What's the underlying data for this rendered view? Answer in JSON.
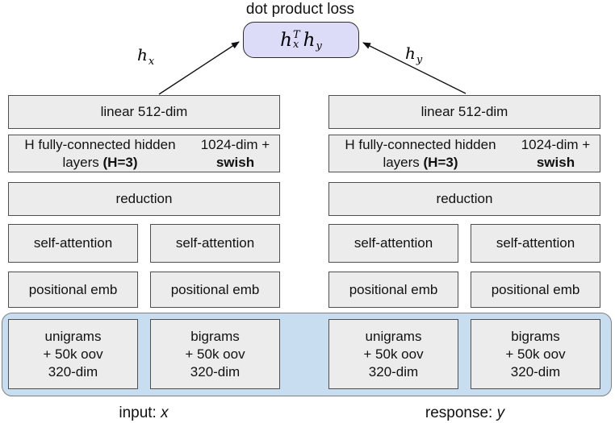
{
  "colors": {
    "box_fill": "#ececec",
    "box_border": "#4f4f4f",
    "loss_fill": "#dcdcf8",
    "loss_border": "#2b2b2b",
    "container_fill": "#c9ddf1",
    "container_border": "#808080",
    "arrow": "#111111"
  },
  "title": "dot product loss",
  "loss": {
    "h1": "h",
    "sup": "T",
    "sub1": "x",
    "h2": "h",
    "sub2": "y"
  },
  "arrows": {
    "left_label": {
      "base": "h",
      "sub": "x"
    },
    "right_label": {
      "base": "h",
      "sub": "y"
    }
  },
  "encoders": [
    {
      "linear": "linear 512-dim",
      "hidden": {
        "l1": "H fully-connected hidden layers ",
        "l1b": "(H=3)",
        "l2": "1024-dim + ",
        "l2b": "swish"
      },
      "reduction": "reduction",
      "attn_a": "self-attention",
      "attn_b": "self-attention",
      "pos_a": "positional emb",
      "pos_b": "positional emb",
      "emb_a": {
        "l1": "unigrams",
        "l2": "+ 50k oov",
        "l3": "320-dim"
      },
      "emb_b": {
        "l1": "bigrams",
        "l2": "+ 50k oov",
        "l3": "320-dim"
      },
      "caption": {
        "text": "input: ",
        "var": "x"
      }
    },
    {
      "linear": "linear 512-dim",
      "hidden": {
        "l1": "H fully-connected hidden layers ",
        "l1b": "(H=3)",
        "l2": "1024-dim + ",
        "l2b": "swish"
      },
      "reduction": "reduction",
      "attn_a": "self-attention",
      "attn_b": "self-attention",
      "pos_a": "positional emb",
      "pos_b": "positional emb",
      "emb_a": {
        "l1": "unigrams",
        "l2": "+ 50k oov",
        "l3": "320-dim"
      },
      "emb_b": {
        "l1": "bigrams",
        "l2": "+ 50k oov",
        "l3": "320-dim"
      },
      "caption": {
        "text": "response: ",
        "var": "y"
      }
    }
  ]
}
